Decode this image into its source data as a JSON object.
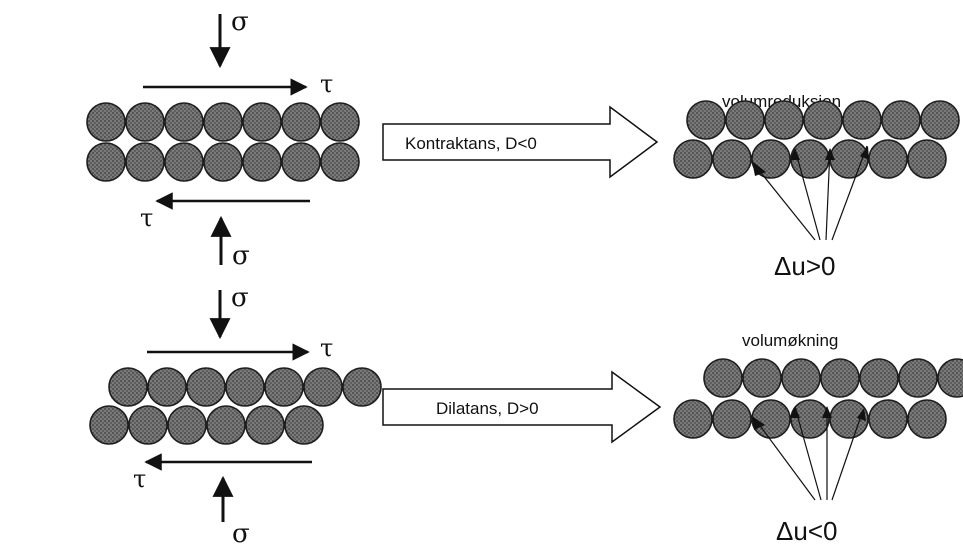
{
  "panels": [
    {
      "id": "top",
      "arrow_label": "Kontraktans, D<0",
      "result_title": "volumreduksjon",
      "pore_pressure": "Δu>0",
      "symbols": {
        "sigma_top": "σ",
        "tau_top": "τ",
        "tau_bottom": "τ",
        "sigma_bottom": "σ"
      }
    },
    {
      "id": "bottom",
      "arrow_label": "Dilatans, D>0",
      "result_title": "volumøkning",
      "pore_pressure": "Δu<0",
      "symbols": {
        "sigma_top": "σ",
        "tau_top": "τ",
        "tau_bottom": "τ",
        "sigma_bottom": "σ"
      }
    }
  ],
  "colors": {
    "particle_fill": "#6f6f6f",
    "particle_stroke": "#1e1e1e",
    "ink": "#111111"
  }
}
